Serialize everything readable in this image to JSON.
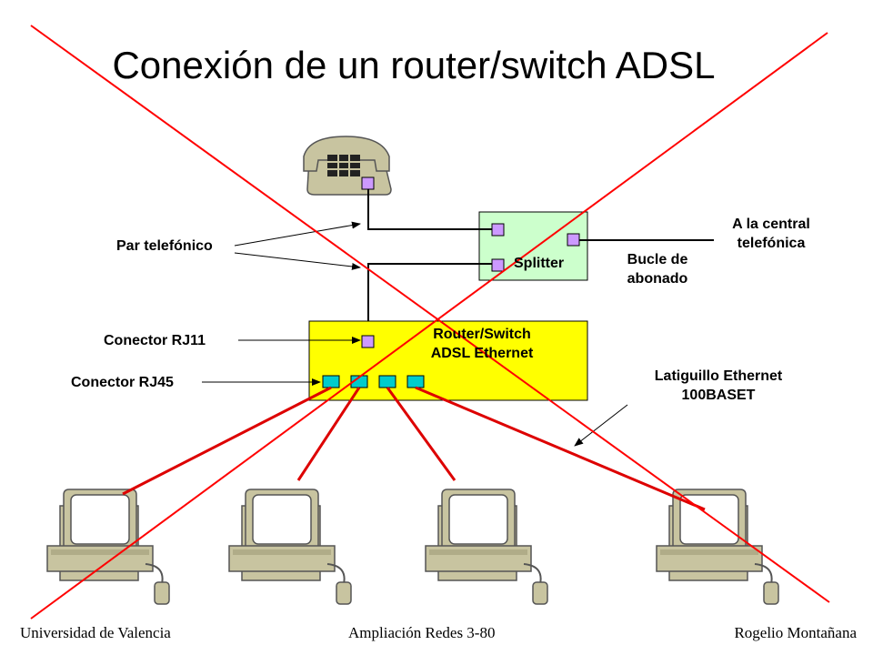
{
  "title": "Conexión de un router/switch ADSL",
  "labels": {
    "par_telefonico": "Par telefónico",
    "conector_rj11": "Conector RJ11",
    "conector_rj45": "Conector RJ45",
    "splitter": "Splitter",
    "router_line1": "Router/Switch",
    "router_line2": "ADSL Ethernet",
    "central_line1": "A la central",
    "central_line2": "telefónica",
    "bucle_line1": "Bucle de",
    "bucle_line2": "abonado",
    "latiguillo_line1": "Latiguillo Ethernet",
    "latiguillo_line2": "100BASET"
  },
  "footer": {
    "left": "Universidad de Valencia",
    "center": "Ampliación Redes 3-80",
    "right": "Rogelio Montañana"
  },
  "colors": {
    "router_fill": "#ffff00",
    "splitter_fill": "#ccffcc",
    "rj11_port": "#cc99ff",
    "rj45_port": "#00cccc",
    "ethernet_cable": "#dd0000",
    "cross_lines": "#ff0000",
    "computer_body": "#c8c4a0"
  },
  "icons": [
    "telephone-icon",
    "computer-icon"
  ]
}
